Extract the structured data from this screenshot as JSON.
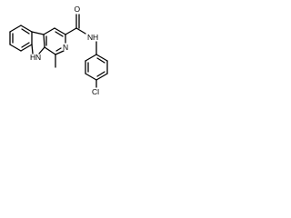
{
  "molecule": {
    "atoms": {
      "carbonyl_oxygen": "O",
      "amide_nitrogen": "N",
      "amide_hydrogen": "H",
      "pyridine_nitrogen": "N",
      "indole_nitrogen": "N",
      "indole_hydrogen": "H",
      "chlorine": "Cl"
    }
  }
}
